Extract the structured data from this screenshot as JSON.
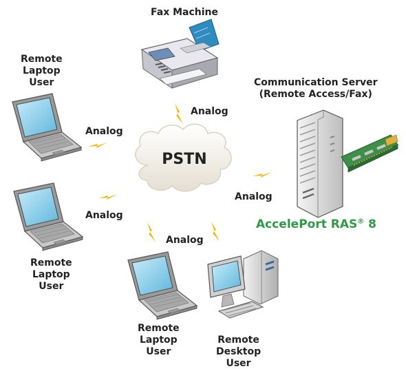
{
  "labels": {
    "fax": "Fax Machine",
    "server_line1": "Communication Server",
    "server_line2": "(Remote Access/Fax)",
    "product_name": "AccelePort RAS",
    "product_reg": "®",
    "product_num": " 8",
    "cloud": "PSTN",
    "analog": "Analog",
    "remote": "Remote",
    "laptop": "Laptop",
    "desktop": "Desktop",
    "user": "User"
  },
  "colors": {
    "product": "#2e9a45",
    "bolt": "#f2b600",
    "cloud_fill": "#eeeae0",
    "screen": "#7ec8e6"
  }
}
